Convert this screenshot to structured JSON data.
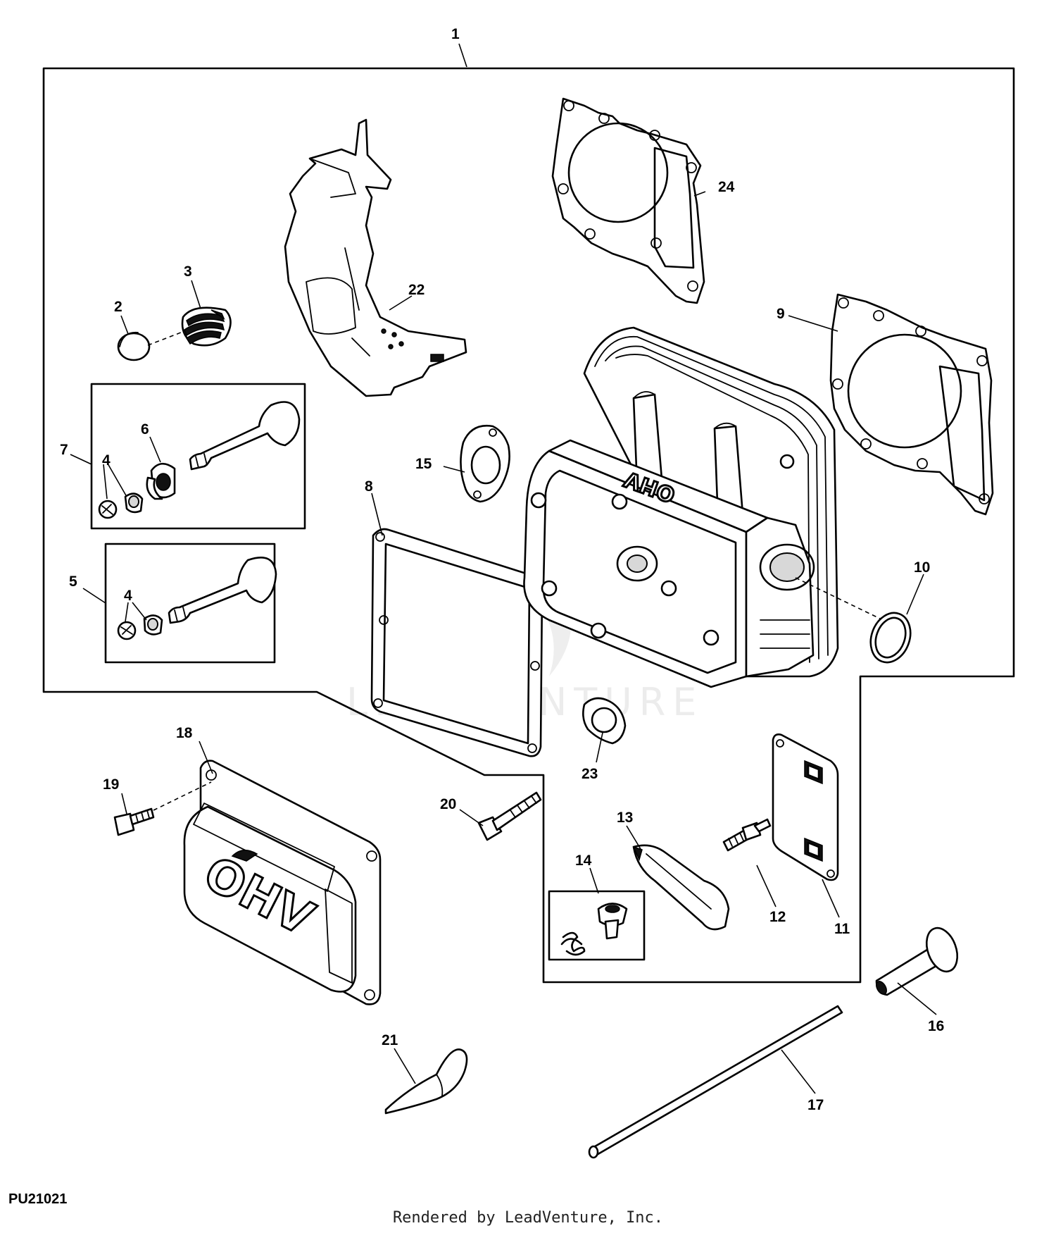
{
  "figure_id": "PU21021",
  "footer": "Rendered by LeadVenture, Inc.",
  "watermark": "LEADVENTURE",
  "cover_lettering": "OHV",
  "callouts": [
    "1",
    "2",
    "3",
    "4",
    "4",
    "5",
    "6",
    "7",
    "8",
    "9",
    "10",
    "11",
    "12",
    "13",
    "14",
    "15",
    "16",
    "17",
    "18",
    "19",
    "20",
    "21",
    "22",
    "23",
    "24"
  ]
}
